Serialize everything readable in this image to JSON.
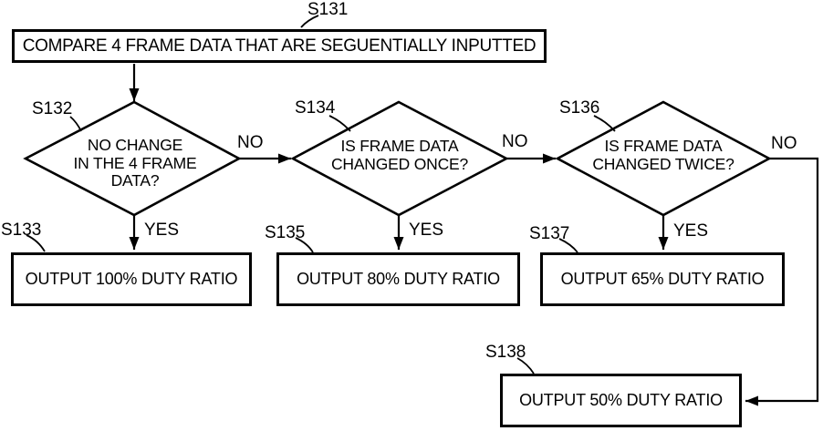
{
  "figure": {
    "background_color": "#ffffff",
    "ink_color": "#000000"
  },
  "start": {
    "step_label": "S131",
    "text": "COMPARE 4 FRAME DATA THAT ARE SEGUENTIALLY INPUTTED"
  },
  "decisions": [
    {
      "step_label": "S132",
      "lines": [
        "NO CHANGE",
        "IN THE 4 FRAME",
        "DATA?"
      ],
      "no_label": "NO",
      "yes_label": "YES"
    },
    {
      "step_label": "S134",
      "lines": [
        "IS FRAME DATA",
        "CHANGED ONCE?"
      ],
      "no_label": "NO",
      "yes_label": "YES"
    },
    {
      "step_label": "S136",
      "lines": [
        "IS FRAME DATA",
        "CHANGED TWICE?"
      ],
      "no_label": "NO",
      "yes_label": "YES"
    }
  ],
  "outputs": [
    {
      "step_label": "S133",
      "text": "OUTPUT 100% DUTY RATIO"
    },
    {
      "step_label": "S135",
      "text": "OUTPUT 80% DUTY RATIO"
    },
    {
      "step_label": "S137",
      "text": "OUTPUT 65% DUTY RATIO"
    },
    {
      "step_label": "S138",
      "text": "OUTPUT 50% DUTY RATIO"
    }
  ]
}
